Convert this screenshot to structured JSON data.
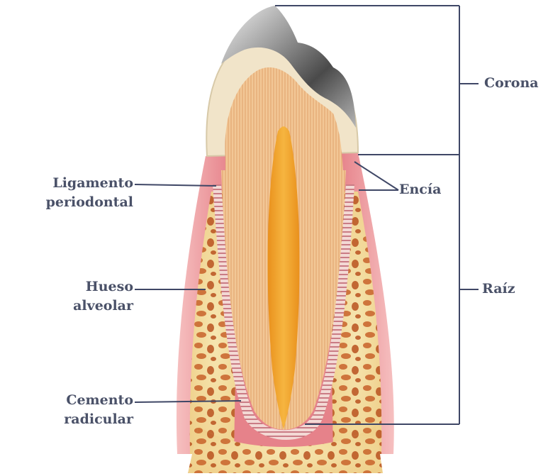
{
  "figure": {
    "labels": {
      "corona": "Corona",
      "raiz": "Raíz",
      "encia": "Encía",
      "ligamento_line1": "Ligamento",
      "ligamento_line2": "periodontal",
      "hueso_line1": "Hueso",
      "hueso_line2": "alveolar",
      "cemento_line1": "Cemento",
      "cemento_line2": "radicular"
    },
    "colors": {
      "label_text": "#4a5168",
      "leader_line": "#3f4766",
      "gum": "#e27a82",
      "bone": "#f2dc9b",
      "bone_pores": "#c8622a",
      "dentin": "#e9b27c",
      "pulp": "#f2a531",
      "enamel_cap": "#f1e4c9",
      "crown_metal": "#6c6c6c"
    },
    "icons": [
      "tooth-cross-section"
    ]
  }
}
